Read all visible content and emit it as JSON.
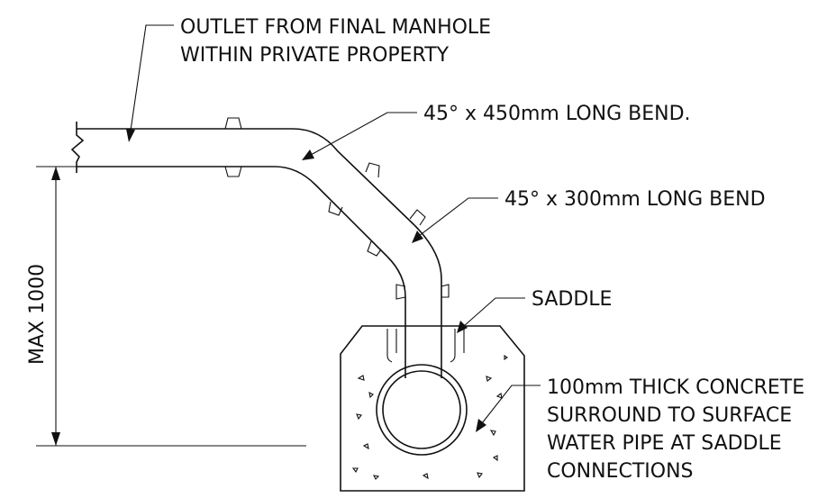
{
  "labels": {
    "outlet_line1": "OUTLET FROM FINAL MANHOLE",
    "outlet_line2": "WITHIN PRIVATE PROPERTY",
    "bend_450": "45° x 450mm LONG BEND.",
    "bend_300": "45° x 300mm LONG BEND",
    "saddle": "SADDLE",
    "concrete_line1": "100mm THICK CONCRETE",
    "concrete_line2": "SURROUND TO SURFACE",
    "concrete_line3": "WATER PIPE AT SADDLE",
    "concrete_line4": "CONNECTIONS",
    "dimension": "MAX 1000"
  },
  "colors": {
    "line": "#111111",
    "background": "#ffffff"
  }
}
